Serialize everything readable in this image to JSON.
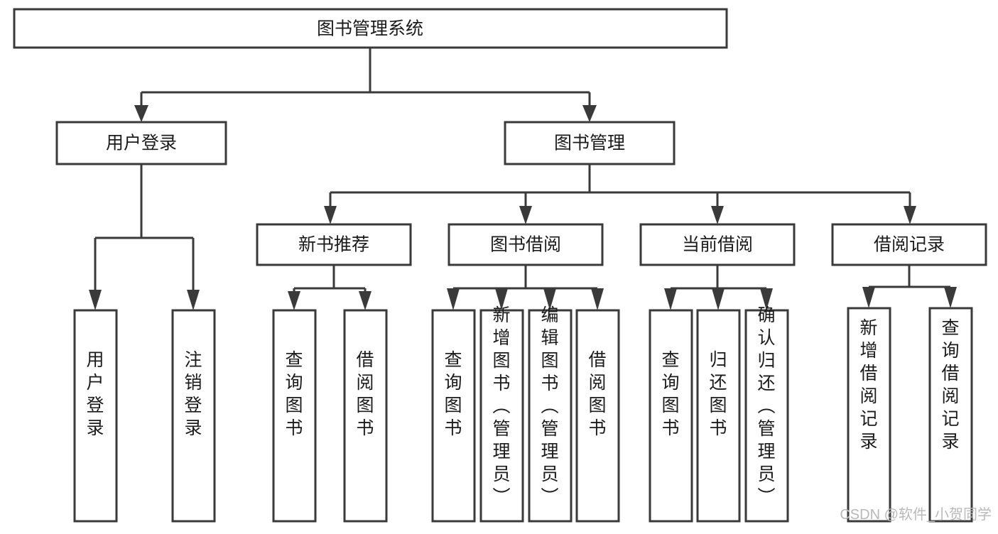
{
  "diagram": {
    "title": "图书管理系统",
    "type": "tree",
    "colors": {
      "box_fill": "#ffffff",
      "box_stroke": "#3a3a3a",
      "text": "#1b1b1b",
      "watermark": "#b9b9b9"
    },
    "root": {
      "label": "图书管理系统"
    },
    "level2": [
      {
        "label": "用户登录"
      },
      {
        "label": "图书管理"
      }
    ],
    "level3": [
      {
        "label": "新书推荐"
      },
      {
        "label": "图书借阅"
      },
      {
        "label": "当前借阅"
      },
      {
        "label": "借阅记录"
      }
    ],
    "leaves": {
      "user_login": [
        {
          "label": "用户登录"
        },
        {
          "label": "注销登录"
        }
      ],
      "new_book": [
        {
          "label": "查询图书"
        },
        {
          "label": "借阅图书"
        }
      ],
      "book_borrow": [
        {
          "label": "查询图书"
        },
        {
          "label": "新增图书（管理员）"
        },
        {
          "label": "编辑图书（管理员）"
        },
        {
          "label": "借阅图书"
        }
      ],
      "current_borrow": [
        {
          "label": "查询图书"
        },
        {
          "label": "归还图书"
        },
        {
          "label": "确认归还（管理员）"
        }
      ],
      "borrow_record": [
        {
          "label": "新增借阅记录"
        },
        {
          "label": "查询借阅记录"
        }
      ]
    }
  },
  "watermark": {
    "text": "CSDN @软件_小贺同学"
  }
}
